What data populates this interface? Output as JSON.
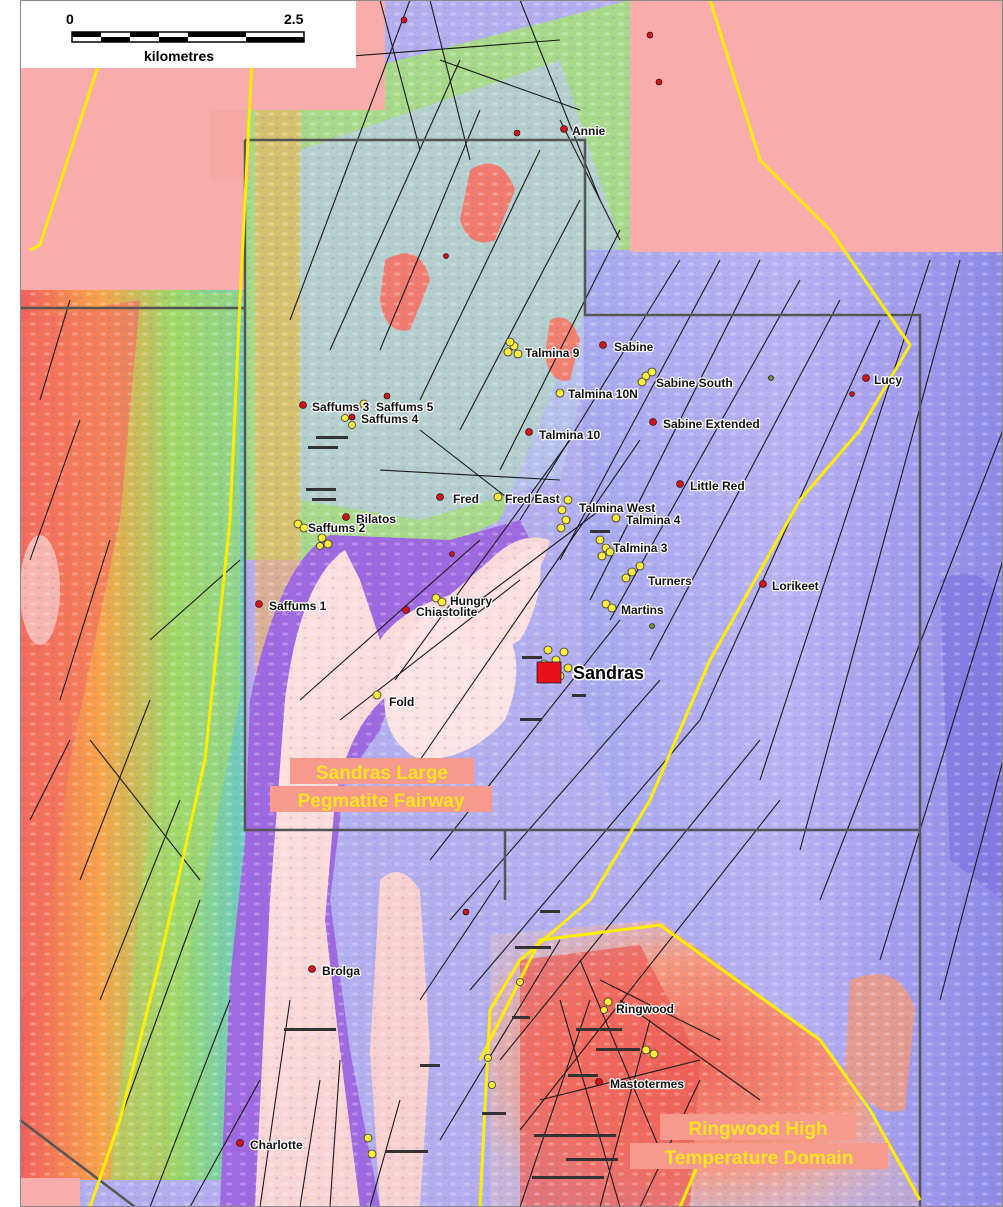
{
  "scale_bar": {
    "start_label": "0",
    "end_label": "2.5",
    "unit_label": "kilometres"
  },
  "domains": {
    "sandras_fairway": [
      "Sandras Large",
      "Pegmatite Fairway"
    ],
    "ringwood_domain": [
      "Ringwood High",
      "Temperature Domain"
    ]
  },
  "main_prospect": {
    "label": "Sandras"
  },
  "prospects": {
    "annie": "Annie",
    "talmina9": "Talmina 9",
    "sabine": "Sabine",
    "sabine_south": "Sabine South",
    "talmina10n": "Talmina 10N",
    "lucy": "Lucy",
    "saffums3": "Saffums 3",
    "saffums5": "Saffums 5",
    "saffums4": "Saffums 4",
    "sabine_extended": "Sabine Extended",
    "talmina10": "Talmina 10",
    "little_red": "Little Red",
    "fred": "Fred",
    "fred_east": "Fred East",
    "talmina_west": "Talmina West",
    "bilatos": "Bilatos",
    "talmina4": "Talmina 4",
    "saffums2": "Saffums 2",
    "talmina3": "Talmina 3",
    "turners": "Turners",
    "lorikeet": "Lorikeet",
    "saffums1": "Saffums 1",
    "hungry": "Hungry",
    "chiastolite": "Chiastolite",
    "martins": "Martins",
    "fold": "Fold",
    "brolga": "Brolga",
    "ringwood": "Ringwood",
    "mastotermes": "Mastotermes",
    "charlotte": "Charlotte"
  },
  "colors": {
    "prospect_marker": "#d0141b",
    "sample_marker": "#ffee3a",
    "domain_boundary": "#ffee00",
    "tenement_boundary": "#555555",
    "fault_line": "#1a1a1a",
    "masked_area": "#f9acac",
    "domain_label_bg": "#f59a8c",
    "sandras_block": "#e8101a"
  }
}
